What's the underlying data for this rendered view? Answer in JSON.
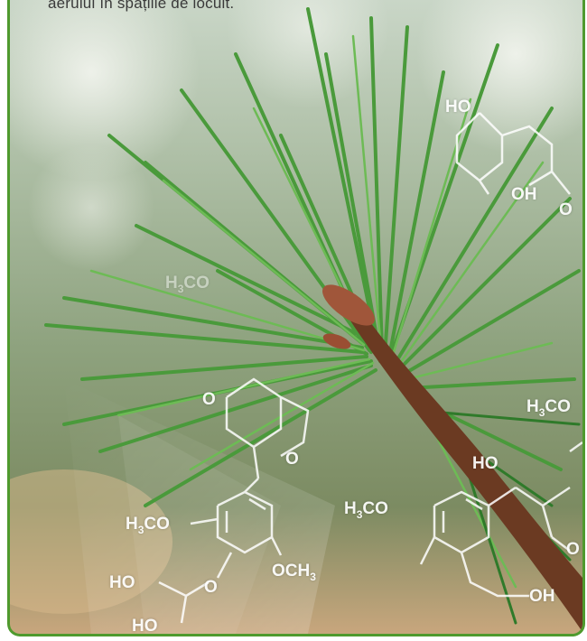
{
  "caption": "aerului în spațiile de locuit.",
  "colors": {
    "frame": "#4f9a2e",
    "needle": "#3d8f33",
    "stem": "#6b3a22"
  },
  "chem_labels": {
    "ho_top": "HO",
    "oh_top": "OH",
    "o_top": "O",
    "h3co_left_faint": "H3CO",
    "h3co_right": "H3CO",
    "ho_right": "HO",
    "h3co_center": "H3CO",
    "o_center": "O",
    "o_left": "O",
    "h3co_bottom_left": "H3CO",
    "och3": "OCH3",
    "ho_bottom": "HO",
    "o_bottom": "O",
    "ho_bottom2": "HO",
    "oh_bottom_right": "OH",
    "o_right": "O"
  }
}
